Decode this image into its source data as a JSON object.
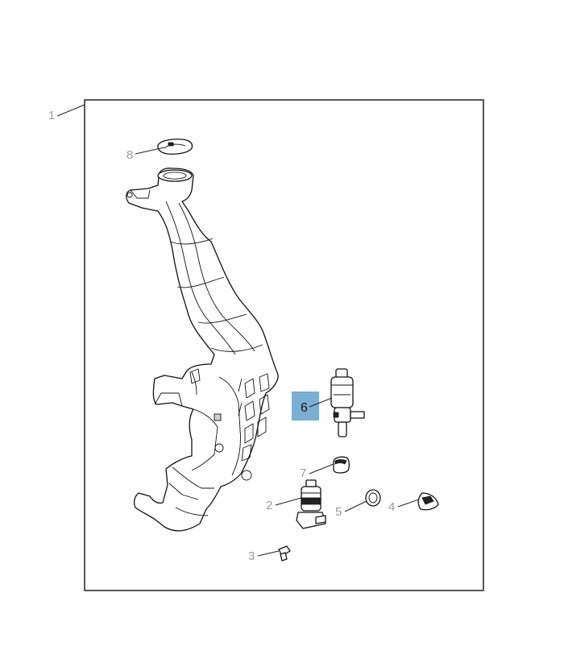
{
  "diagram": {
    "highlight_color": "#7aaed3",
    "callouts": [
      {
        "id": "1",
        "label": "1",
        "highlighted": false
      },
      {
        "id": "2",
        "label": "2",
        "highlighted": false
      },
      {
        "id": "3",
        "label": "3",
        "highlighted": false
      },
      {
        "id": "4",
        "label": "4",
        "highlighted": false
      },
      {
        "id": "5",
        "label": "5",
        "highlighted": false
      },
      {
        "id": "6",
        "label": "6",
        "highlighted": true
      },
      {
        "id": "7",
        "label": "7",
        "highlighted": false
      },
      {
        "id": "8",
        "label": "8",
        "highlighted": false
      }
    ]
  }
}
